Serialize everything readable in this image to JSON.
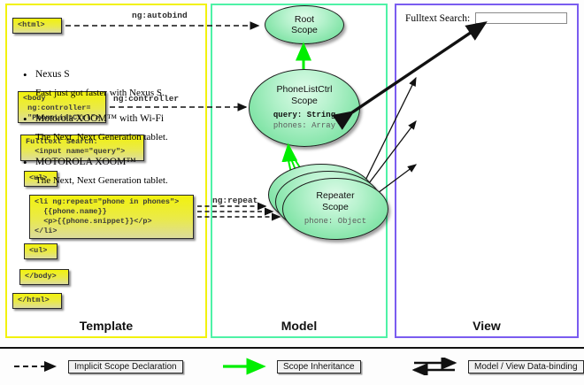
{
  "panels": [
    {
      "id": "template",
      "label": "Template",
      "border_color": "#f2f20d"
    },
    {
      "id": "model",
      "label": "Model",
      "border_color": "#4ef2a6"
    },
    {
      "id": "view",
      "label": "View",
      "border_color": "#7a5cf0"
    }
  ],
  "template": {
    "boxes": [
      {
        "name": "html-open-tag",
        "text": "<html>"
      },
      {
        "name": "body-controller-tag",
        "text": "<body\n ng:controller=\n \"PhoneListCtrl\">"
      },
      {
        "name": "fulltext-search-input-markup",
        "text": "Fulltext Search:\n  <input name=\"query\">"
      },
      {
        "name": "ul-open-tag",
        "text": "<ul>"
      },
      {
        "name": "li-ng-repeat-markup",
        "text": "<li ng:repeat=\"phone in phones\">\n  {{phone.name}}\n  <p>{{phone.snippet}}</p>\n</li>"
      },
      {
        "name": "ul-close-tag",
        "text": "<ul>"
      },
      {
        "name": "body-close-tag",
        "text": "</body>"
      },
      {
        "name": "html-close-tag",
        "text": "</html>"
      }
    ]
  },
  "model": {
    "scopes": [
      {
        "name": "root-scope",
        "title": "Root\nScope",
        "properties": []
      },
      {
        "name": "phonelistctrl-scope",
        "title": "PhoneListCtrl\nScope",
        "properties": [
          {
            "text": "query: String",
            "emphasis": "strong"
          },
          {
            "text": "phones: Array",
            "emphasis": "dim"
          }
        ]
      },
      {
        "name": "repeater-scope",
        "title": "Repeater\nScope",
        "properties": [
          {
            "text": "phone: Object",
            "emphasis": "dim"
          }
        ]
      }
    ]
  },
  "edges": {
    "autobind_label": "ng:autobind",
    "controller_label": "ng:controller",
    "repeat_label": "ng:repeat"
  },
  "view": {
    "search_label": "Fulltext Search:",
    "search_value": "",
    "search_placeholder": "",
    "phones": [
      {
        "name": "Nexus S",
        "snippet": "Fast just got faster with Nexus S."
      },
      {
        "name": "Motorola XOOM™  with Wi-Fi",
        "snippet": "The Next, Next Generation tablet."
      },
      {
        "name": "MOTOROLA XOOM™",
        "snippet": "The Next, Next Generation tablet."
      }
    ]
  },
  "legend": [
    {
      "name": "legend-implicit-scope-declaration",
      "label": "Implicit Scope Declaration",
      "style": "dashed-arrow",
      "color": "#111111"
    },
    {
      "name": "legend-scope-inheritance",
      "label": "Scope Inheritance",
      "style": "green-arrow",
      "color": "#00ee00"
    },
    {
      "name": "legend-data-binding",
      "label": "Model / View Data-binding",
      "style": "double-arrow",
      "color": "#111111"
    }
  ]
}
